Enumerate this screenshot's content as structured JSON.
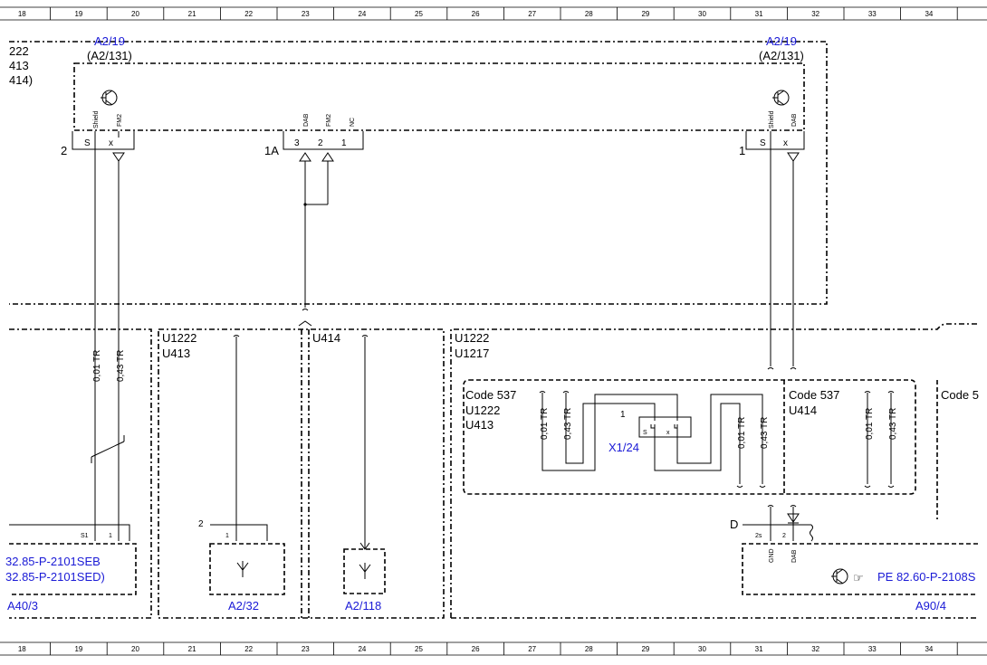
{
  "ruler": {
    "columns": [
      "18",
      "19",
      "20",
      "21",
      "22",
      "23",
      "24",
      "25",
      "26",
      "27",
      "28",
      "29",
      "30",
      "31",
      "32",
      "33",
      "34"
    ]
  },
  "top_left_block": {
    "variant_lines": [
      "222",
      "413",
      "414)"
    ],
    "component_label": "A2/19",
    "component_alt": "(A2/131)"
  },
  "top_right_block": {
    "component_label": "A2/19",
    "component_alt": "(A2/131)"
  },
  "connector_pins_left": {
    "pin_s": "S",
    "pin_x": "x",
    "label_shield": "Shield",
    "label_fm2": "FM2",
    "connector_id": "2"
  },
  "connector_pins_middle": {
    "pin_3": "3",
    "pin_2": "2",
    "pin_1": "1",
    "label_dab": "DAB",
    "label_fm2": "FM2",
    "label_nc": "NC",
    "connector_id": "1A"
  },
  "connector_pins_right": {
    "pin_s": "S",
    "pin_x": "x",
    "label_shield": "Shield",
    "label_dab": "DAB",
    "connector_id": "1"
  },
  "wires": {
    "left_a": "0,01 TR",
    "left_b": "0,43 TR",
    "code_left_a": "0,01 TR",
    "code_left_b": "0,43 TR",
    "code_mid_a": "0,01 TR",
    "code_mid_b": "0,43 TR",
    "code_right_a": "0,01 TR",
    "code_right_b": "0,43 TR"
  },
  "section_u1222_u413": {
    "line1": "U1222",
    "line2": "U413"
  },
  "section_u414": {
    "line1": "U414"
  },
  "section_u1222_u1217": {
    "line1": "U1222",
    "line2": "U1217"
  },
  "code_block_left": {
    "line1": "Code 537",
    "line2": "U1222",
    "line3": "U413"
  },
  "code_block_mid": {
    "line1": "Code 537",
    "line2": "U414"
  },
  "code_block_right": {
    "line1": "Code 5"
  },
  "splice": {
    "id": "X1/24",
    "pin_num": "1",
    "pin_s": "S",
    "pin_x": "x"
  },
  "bottom_left": {
    "pin_s1": "S1",
    "pin_1": "1",
    "ref_1": "32.85-P-2101SEB",
    "ref_2": "32.85-P-2101SED)",
    "component": "A40/3"
  },
  "antenna_a2_32": {
    "pin_num": "2",
    "pin_1": "1",
    "component": "A2/32"
  },
  "antenna_a2_118": {
    "component": "A2/118"
  },
  "bottom_right": {
    "connector_id": "D",
    "pin_2s": "2s",
    "pin_2": "2",
    "label_gnd": "GND",
    "label_dab": "DAB",
    "ref": "PE 82.60-P-2108S",
    "component": "A90/4"
  },
  "colors": {
    "link_blue": "#1a1ad6",
    "line": "#000000"
  }
}
